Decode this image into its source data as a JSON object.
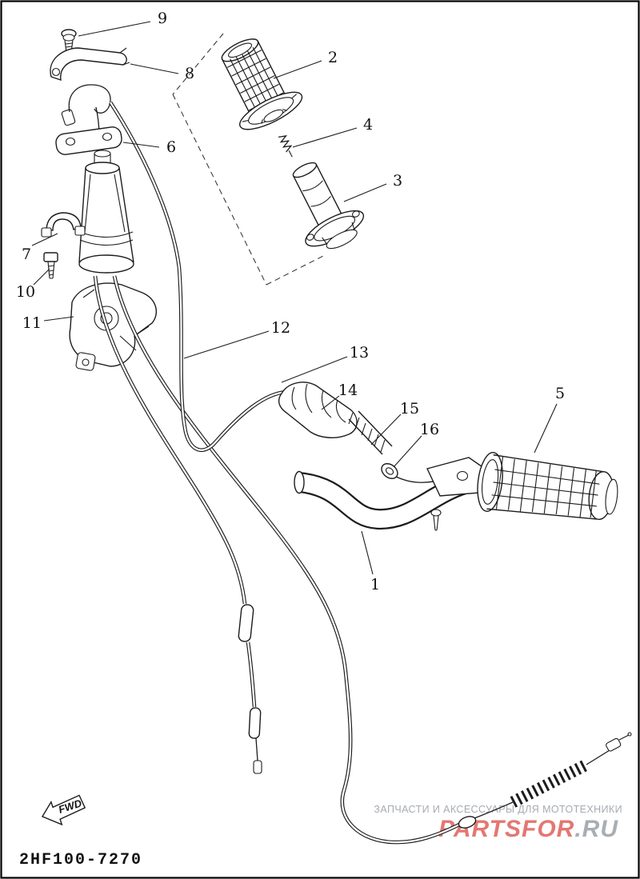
{
  "page": {
    "part_code": "2HF100-7270",
    "fwd_label": "FWD"
  },
  "watermark": {
    "tagline": "ЗАПЧАСТИ И АКСЕССУАРЫ ДЛЯ МОТОТЕХНИКИ",
    "brand_main": "PARTSFOR",
    "brand_suffix": ".RU"
  },
  "callouts": {
    "c1": "1",
    "c2": "2",
    "c3": "3",
    "c4": "4",
    "c5": "5",
    "c6": "6",
    "c7": "7",
    "c8": "8",
    "c9": "9",
    "c10": "10",
    "c11": "11",
    "c12": "12",
    "c13": "13",
    "c14": "14",
    "c15": "15",
    "c16": "16"
  },
  "colors": {
    "line": "#1c1c1c",
    "watermark_gray": "#a6abb1",
    "brand_red": "#e0605a",
    "background": "#ffffff"
  }
}
